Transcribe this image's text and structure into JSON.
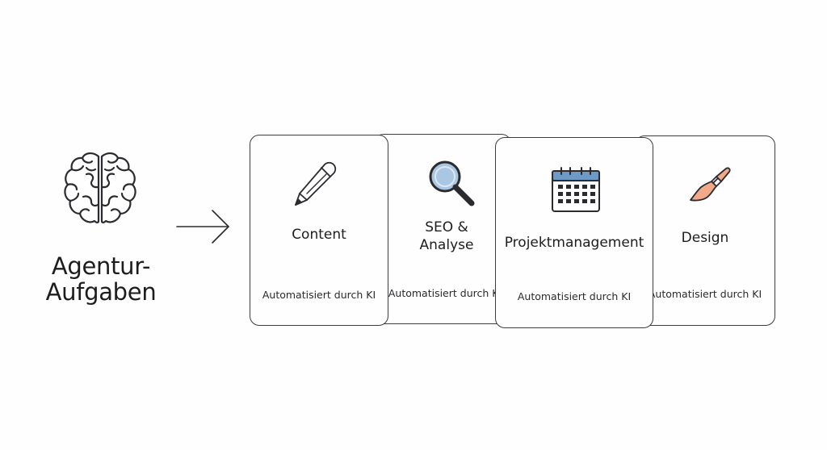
{
  "title": {
    "line1": "Agentur-",
    "line2": "Aufgaben"
  },
  "icons": {
    "source": "brain-icon",
    "connector": "arrow-right-icon"
  },
  "cards": {
    "content": {
      "heading": "Content",
      "note": "Automatisiert durch KI",
      "icon": "pen-icon"
    },
    "seo": {
      "heading_line1": "SEO &",
      "heading_line2": "Analyse",
      "note": "Automatisiert durch KI",
      "icon": "magnifier-icon"
    },
    "projekt": {
      "heading": "Projektmanagement",
      "note": "Automatisiert durch KI",
      "icon": "calendar-icon"
    },
    "design": {
      "heading": "Design",
      "note": "Automatisiert durch KI",
      "icon": "paintbrush-icon"
    }
  },
  "colors": {
    "magnifier_lens": "#a9c6e3",
    "calendar_header": "#6d9bc6",
    "brush_handle": "#f2a98a"
  }
}
